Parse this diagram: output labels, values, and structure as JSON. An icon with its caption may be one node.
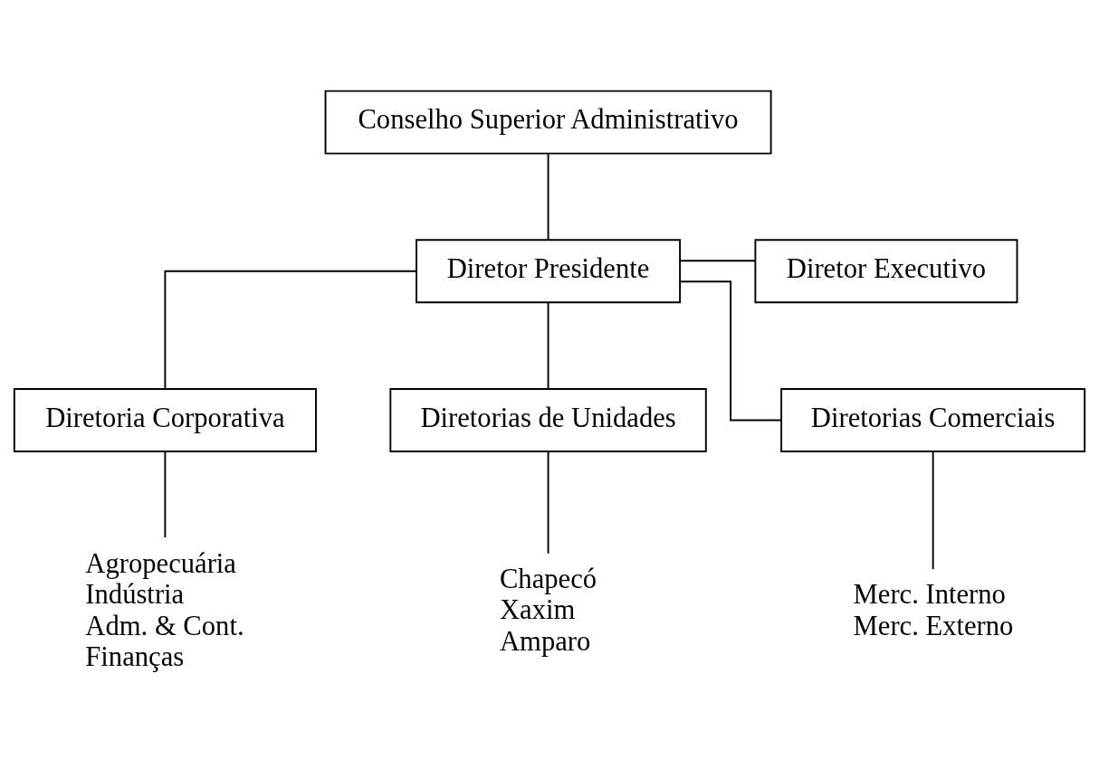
{
  "diagram": {
    "nodes": [
      {
        "text": [
          "Conselho Superior Administrativo"
        ]
      },
      {
        "text": [
          "Diretor Presidente"
        ]
      },
      {
        "text": [
          "Diretor Executivo"
        ]
      },
      {
        "text": [
          "Diretoria Corporativa"
        ]
      },
      {
        "text": [
          "Diretorias de Unidades"
        ]
      },
      {
        "text": [
          "Diretorias Comerciais"
        ]
      },
      {
        "text": [
          "Agropecuária",
          "Indústria",
          "Adm. & Cont.",
          "Finanças"
        ]
      },
      {
        "text": [
          "Chapecó",
          "Xaxim",
          "Amparo"
        ]
      },
      {
        "text": [
          "Merc. Interno",
          "Merc. Externo"
        ]
      }
    ],
    "edges": [
      {
        "from": 0,
        "to": 1,
        "arrow": "none"
      },
      {
        "from": 1,
        "to": 2,
        "arrow": "none"
      },
      {
        "from": 1,
        "to": 3,
        "arrow": "none"
      },
      {
        "from": 1,
        "to": 4,
        "arrow": "none"
      },
      {
        "from": 1,
        "to": 5,
        "arrow": "none"
      },
      {
        "from": 3,
        "to": 6,
        "arrow": "none"
      },
      {
        "from": 4,
        "to": 7,
        "arrow": "none"
      },
      {
        "from": 5,
        "to": 8,
        "arrow": "none"
      }
    ]
  }
}
